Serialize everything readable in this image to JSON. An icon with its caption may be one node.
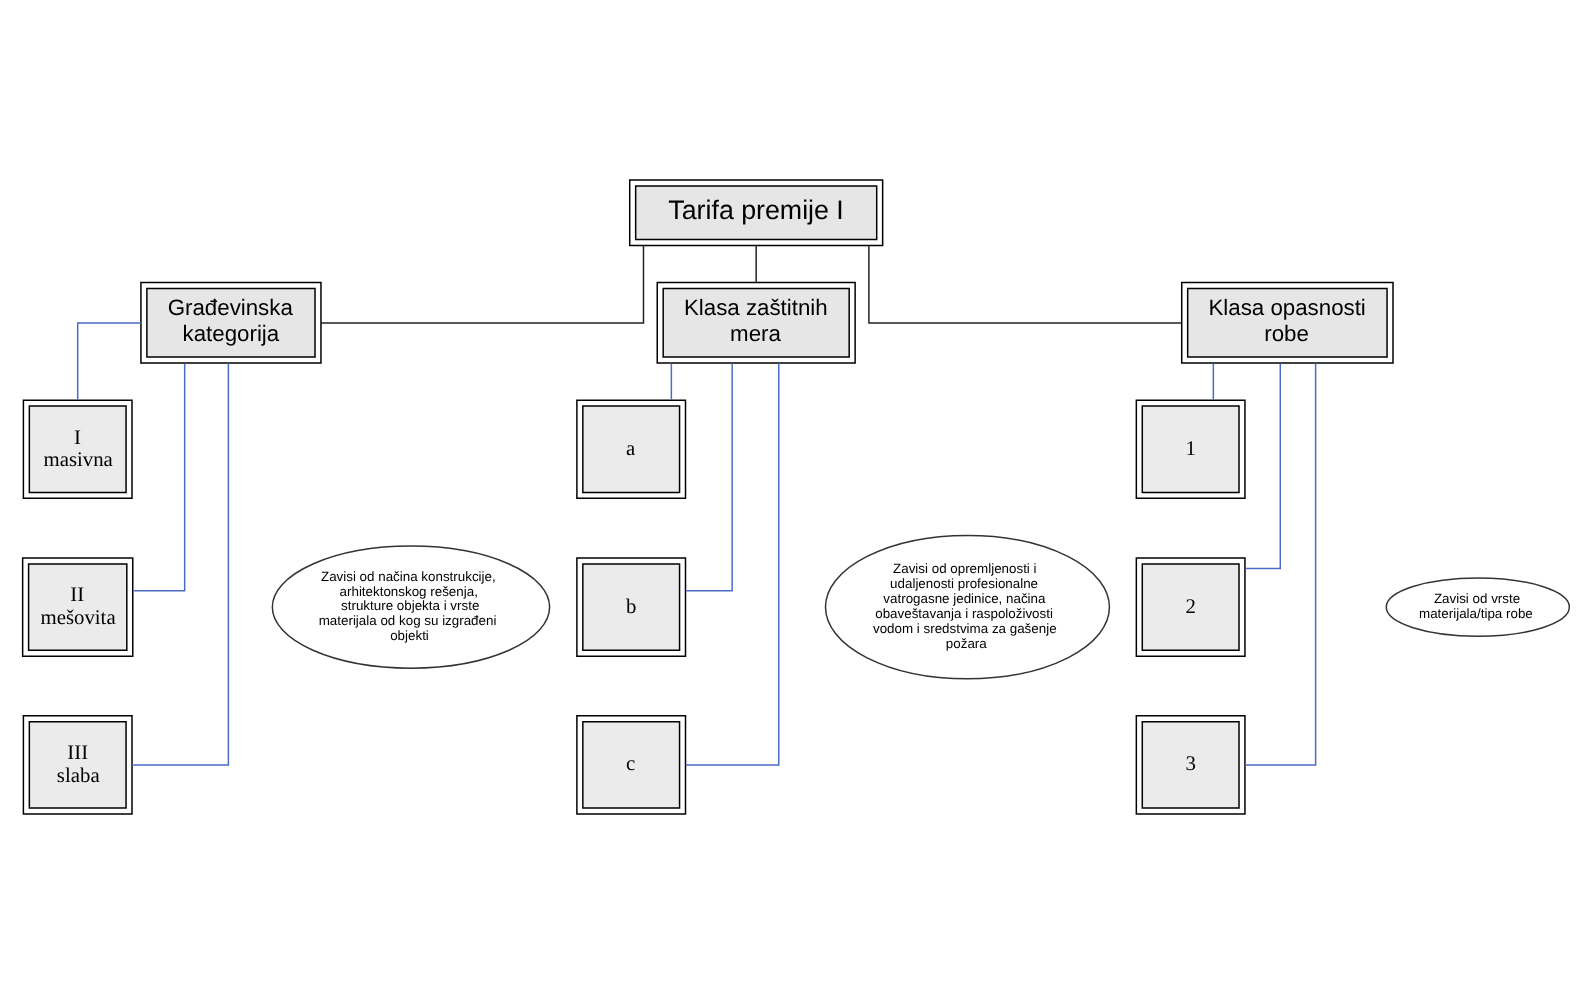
{
  "diagram": {
    "nodes": [
      {
        "text": [
          "Tarifa premije I"
        ]
      },
      {
        "text": [
          "Građevinska kategorija"
        ]
      },
      {
        "text": [
          "Klasa zaštitnih mera"
        ]
      },
      {
        "text": [
          "Klasa opasnosti robe"
        ]
      },
      {
        "text": [
          "I masivna"
        ]
      },
      {
        "text": [
          "II mešovita"
        ]
      },
      {
        "text": [
          "III slaba"
        ]
      },
      {
        "text": [
          "a"
        ]
      },
      {
        "text": [
          "b"
        ]
      },
      {
        "text": [
          "c"
        ]
      },
      {
        "text": [
          "1"
        ]
      },
      {
        "text": [
          "2"
        ]
      },
      {
        "text": [
          "3"
        ]
      },
      {
        "text": [
          "Zavisi od načina konstrukcije, arhitektonskog rešenja, strukture objekta i vrste materijala od kog su izgrađeni objekti"
        ]
      },
      {
        "text": [
          "Zavisi od opremljenosti i udaljenosti profesionalne vatrogasne jedinice, načina obaveštavanja i raspoloživosti vodom i sredstvima za gašenje požara"
        ]
      },
      {
        "text": [
          "Zavisi od vrste materijala/tipa robe"
        ]
      }
    ],
    "edges": [
      {
        "from": 0,
        "to": 1,
        "arrow": "none",
        "color": "#222222"
      },
      {
        "from": 0,
        "to": 2,
        "arrow": "none",
        "color": "#222222"
      },
      {
        "from": 0,
        "to": 3,
        "arrow": "none",
        "color": "#222222"
      },
      {
        "from": 1,
        "to": 4,
        "arrow": "none"
      },
      {
        "from": 1,
        "to": 5,
        "arrow": "none"
      },
      {
        "from": 1,
        "to": 6,
        "arrow": "none"
      },
      {
        "from": 2,
        "to": 7,
        "arrow": "none"
      },
      {
        "from": 2,
        "to": 8,
        "arrow": "none"
      },
      {
        "from": 2,
        "to": 9,
        "arrow": "none"
      },
      {
        "from": 3,
        "to": 10,
        "arrow": "none"
      },
      {
        "from": 3,
        "to": 11,
        "arrow": "none"
      },
      {
        "from": 3,
        "to": 12,
        "arrow": "none"
      }
    ]
  }
}
